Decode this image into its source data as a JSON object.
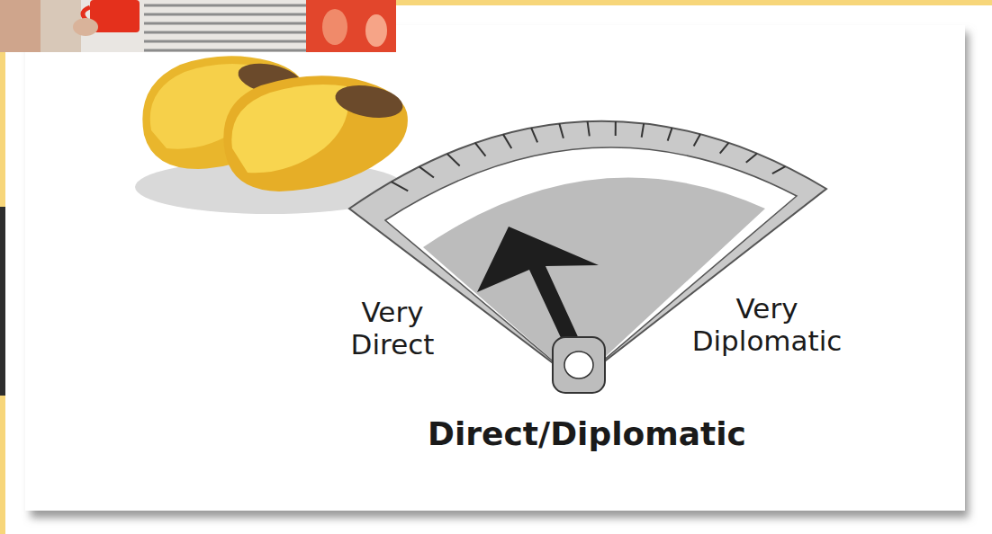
{
  "diagram": {
    "labels": [
      "Very Direct",
      "Very Diplomatic",
      "Direct/Diplomatic"
    ]
  }
}
